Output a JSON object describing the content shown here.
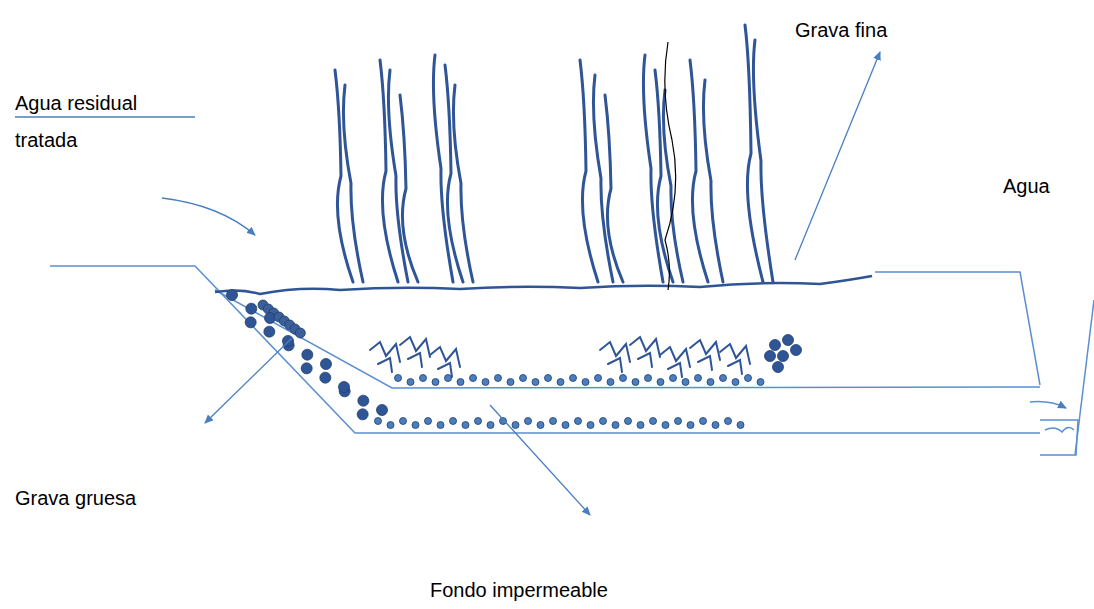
{
  "diagram": {
    "labels": [
      "Grava fina",
      "Agua residual tratada",
      "Agua",
      "Grava gruesa",
      "Fondo impermeable"
    ]
  }
}
